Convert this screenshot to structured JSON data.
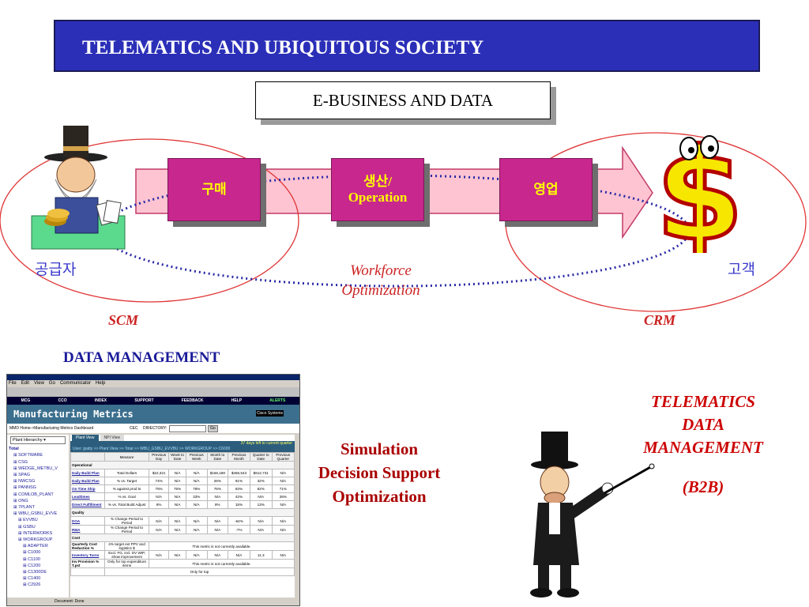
{
  "title": "TELEMATICS AND UBIQUITOUS SOCIETY",
  "subtitle": "E-BUSINESS AND DATA",
  "process": {
    "step1": "구매",
    "step2_line1": "생산/",
    "step2_line2": "Operation",
    "step3": "영업"
  },
  "labels": {
    "supplier": "공급자",
    "customer": "고객",
    "workforce_line1": "Workforce",
    "workforce_line2": "Optimization",
    "scm": "SCM",
    "crm": "CRM",
    "data_management": "DATA MANAGEMENT"
  },
  "simulation": {
    "line1": "Simulation",
    "line2": "Decision Support",
    "line3": "Optimization"
  },
  "telematics": {
    "line1": "TELEMATICS",
    "line2": "DATA",
    "line3": "MANAGEMENT",
    "line4": "(B2B)"
  },
  "screenshot": {
    "menu": [
      "File",
      "Edit",
      "View",
      "Go",
      "Communicator",
      "Help"
    ],
    "nav": [
      "MCG",
      "CCO",
      "INDEX",
      "SUPPORT",
      "FEEDBACK",
      "HELP",
      "ALERTS"
    ],
    "banner": "Manufacturing Metrics",
    "banner_logo": "Cisco Systems",
    "breadcrumb": "MMD Home->Manufacturing Metrics Dashboard",
    "cec_label": "CEC",
    "directory_label": "DIRECTORY:",
    "go_label": "Go",
    "hierarchy_select": "Plant Hierarchy",
    "tabs": [
      "Plant View",
      "NPI View"
    ],
    "days_left": "37 days left to current quarter",
    "user_line": "User: jpatty >> Plant View >> Total >> WBU_GSBU_EVVBU >> WORKGROUP >> C6000",
    "tree": [
      "Total",
      "SOFTWARE",
      "CSG",
      "WEDGE_METBU_V",
      "SPAG",
      "NWCSG",
      "PANNSG",
      "COMLOB_PLANT",
      "ONG",
      "7PLANT",
      "WBU_GSBU_EVVE",
      "EVVBU",
      "GSBU",
      "INTERWORKS",
      "WORKGROUP",
      "ADAPTER",
      "C1000",
      "C1100",
      "C1200",
      "C1300DE",
      "C1400",
      "C2926"
    ],
    "headers": [
      "",
      "",
      "Measure",
      "Previous Day",
      "Week to Date",
      "Previous Week",
      "Month to Date",
      "Previous Month",
      "Quarter to Date",
      "Previous Quarter"
    ],
    "sections": {
      "operational": "Operational",
      "quality": "Quality",
      "cost": "Cost"
    },
    "rows_op": [
      [
        "Daily Build Plan",
        "Total Dollars",
        "$22,321",
        "N/A",
        "N/A",
        "$156,188",
        "$456,543",
        "$612,731",
        "N/A"
      ],
      [
        "Daily Build Plan",
        "% vs. Target",
        "74%",
        "N/A",
        "N/A",
        "26%",
        "91%",
        "32%",
        "N/A"
      ],
      [
        "On Time Ship",
        "% against prod ts",
        "75%",
        "75%",
        "78%",
        "76%",
        "83%",
        "82%",
        "71%"
      ],
      [
        "Leadtimes",
        "% vs. Goal",
        "N/A",
        "N/A",
        "33%",
        "N/A",
        "42%",
        "N/A",
        "26%"
      ],
      [
        "Direct Fulfillment",
        "% vs. Total Build Adjust",
        "8%",
        "N/A",
        "N/A",
        "8%",
        "15%",
        "13%",
        "N/A"
      ]
    ],
    "rows_q": [
      [
        "DOA",
        "% Change Period to Period",
        "N/A",
        "N/A",
        "N/A",
        "N/A",
        "-64%",
        "N/A",
        "N/A"
      ],
      [
        "RMA",
        "% Change Period to Period",
        "N/A",
        "N/A",
        "N/A",
        "N/A",
        "-7%",
        "N/A",
        "N/A"
      ]
    ],
    "cost_qcr": [
      "Quarterly Cost Reduction %",
      "4% target ext PPV and logistics $",
      "This metric is not currently available."
    ],
    "cost_inv": [
      "Inventory Turns",
      "Excl. FG, incl. DV WIP, show improvement",
      "N/A",
      "N/A",
      "N/A",
      "N/A",
      "N/A",
      "11.3",
      "N/A"
    ],
    "cost_prov": [
      "Inv Provision % T.pst",
      "Only for top expenditure items",
      "This metric is not currently available."
    ],
    "cost_more": "Only for top",
    "status": "Document: Done"
  }
}
